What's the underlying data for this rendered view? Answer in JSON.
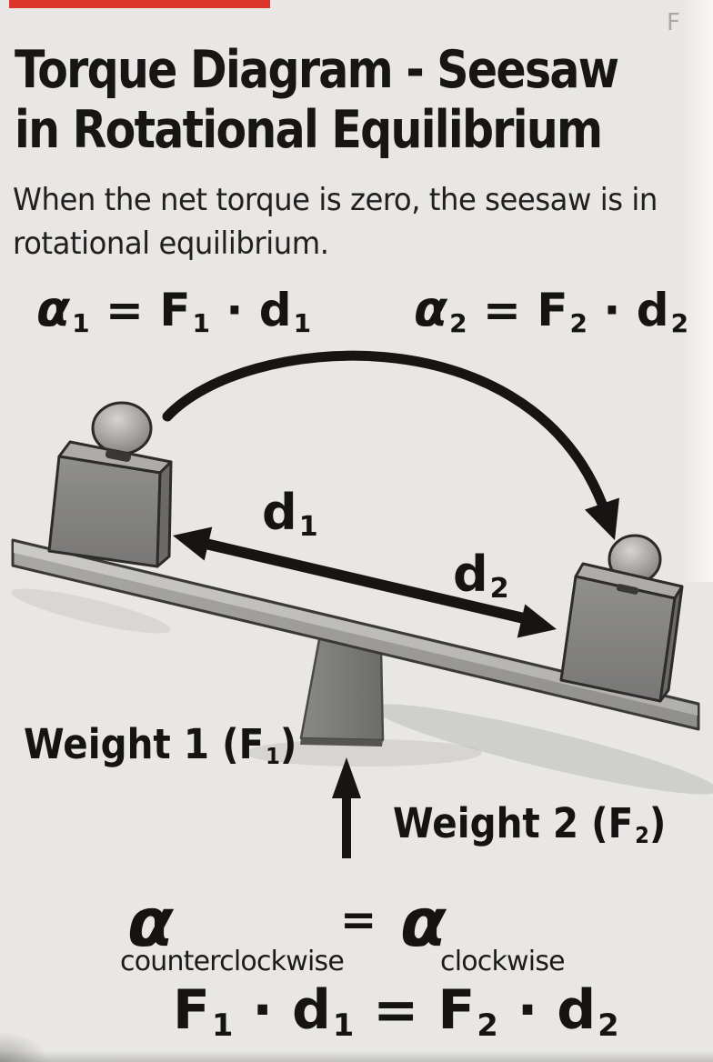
{
  "colors": {
    "background": "#e8e7e5",
    "text": "#141312",
    "top_bar_red": "#dd342b",
    "seesaw_gray": "#9a9997",
    "block_gray": "#84837f",
    "arrow_black": "#161514"
  },
  "watermark": "F",
  "title": {
    "line1": "Torque Diagram - Seesaw",
    "line2": "in Rotational Equilibrium"
  },
  "intro": {
    "line1": "When the net torque is zero, the seesaw is in",
    "line2": "rotational equilibrium."
  },
  "formulas": {
    "left": [
      {
        "t": "α",
        "sub": "1",
        "it": true
      },
      {
        "t": " = "
      },
      {
        "t": "F",
        "sub": "1"
      },
      {
        "t": " · "
      },
      {
        "t": "d",
        "sub": "1"
      }
    ],
    "right": [
      {
        "t": "α",
        "sub": "2",
        "it": true
      },
      {
        "t": " = "
      },
      {
        "t": "F",
        "sub": "2"
      },
      {
        "t": " · "
      },
      {
        "t": "d",
        "sub": "2"
      }
    ],
    "bottom": [
      {
        "t": "F",
        "sub": "1"
      },
      {
        "t": " · "
      },
      {
        "t": "d",
        "sub": "1"
      },
      {
        "t": " = "
      },
      {
        "t": "F",
        "sub": "2"
      },
      {
        "t": " · "
      },
      {
        "t": "d",
        "sub": "2"
      }
    ]
  },
  "diagram": {
    "d1_label": [
      {
        "t": "d",
        "sub": "1"
      }
    ],
    "d2_label": [
      {
        "t": "d",
        "sub": "2"
      }
    ],
    "weight1_label": [
      {
        "t": "Weight 1 (F",
        "sub": "1"
      },
      {
        "t": ")"
      }
    ],
    "weight2_label": [
      {
        "t": "Weight 2 (F",
        "sub": "2"
      },
      {
        "t": ")"
      }
    ]
  },
  "equilibrium": {
    "alpha_left": "α",
    "alpha_left_caption": "counterclockwise",
    "equals": "=",
    "alpha_right": "α",
    "alpha_right_caption": "clockwise"
  }
}
